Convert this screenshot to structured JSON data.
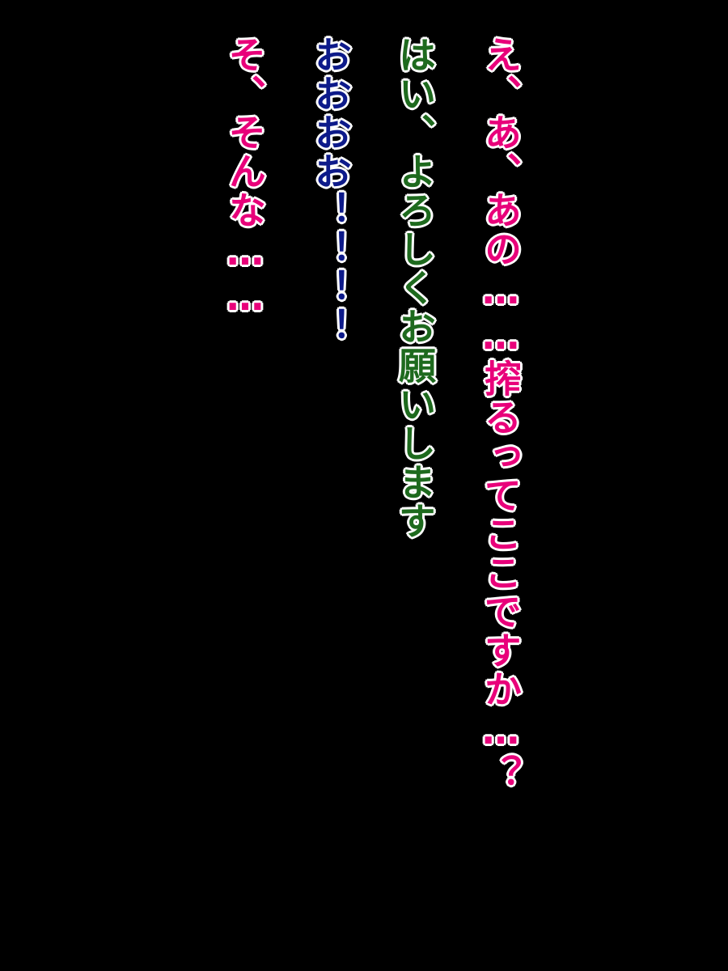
{
  "lines": [
    {
      "text": "え、あ、あの……搾るってここですか…？",
      "color": "#e8007a"
    },
    {
      "text": "はい、よろしくお願いします",
      "color": "#1e6a1e"
    },
    {
      "text": "おおおお！！！！",
      "color": "#0d1a8a"
    },
    {
      "text": "そ、そんな……",
      "color": "#e8007a"
    }
  ]
}
